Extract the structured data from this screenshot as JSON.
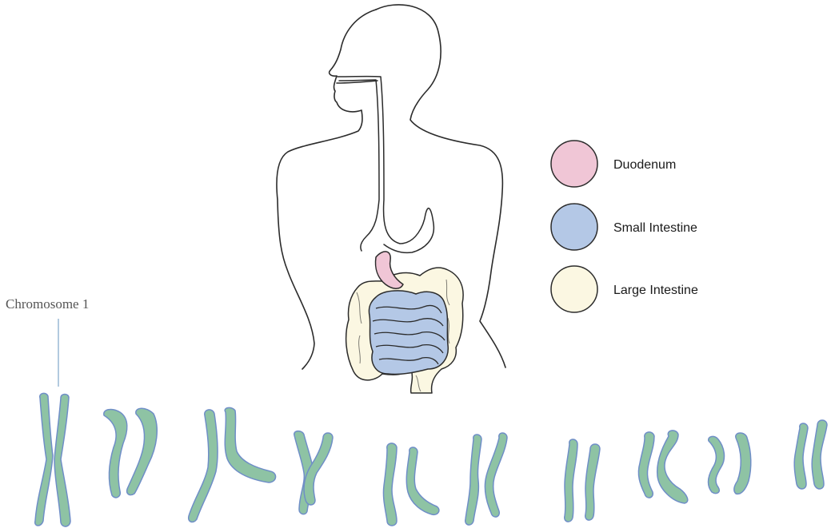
{
  "legend": {
    "items": [
      {
        "label": "Duodenum",
        "color": "#f0c6d6"
      },
      {
        "label": "Small Intestine",
        "color": "#b4c8e6"
      },
      {
        "label": "Large Intestine",
        "color": "#fbf7e2"
      }
    ]
  },
  "chromosome_label": "Chromosome 1",
  "colors": {
    "outline": "#2b2b2b",
    "chromosome_fill": "#8ec3a4",
    "chromosome_edge": "#6f8ec7",
    "pointer_line": "#7fa6c9"
  }
}
